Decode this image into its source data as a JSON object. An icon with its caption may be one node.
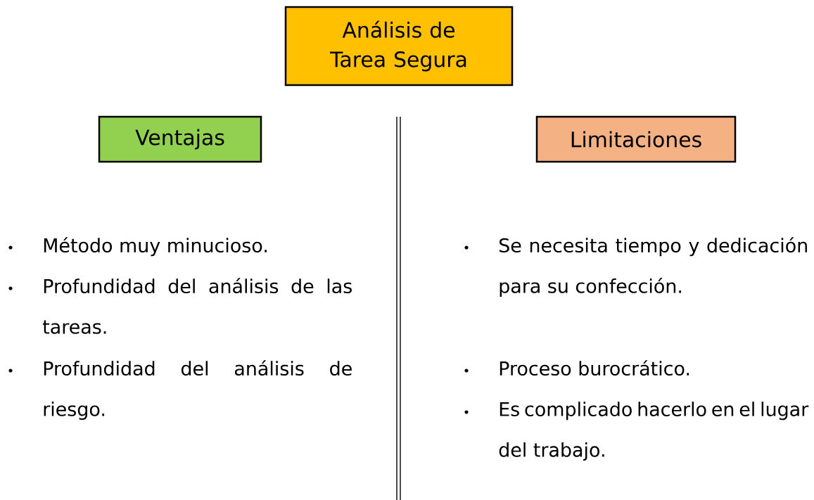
{
  "diagram": {
    "nodes": [
      {
        "text": [
          "Análisis de Tarea Segura"
        ]
      },
      {
        "text": [
          "Ventajas"
        ]
      },
      {
        "text": [
          "Limitaciones"
        ]
      }
    ],
    "labels": [
      "Método muy minucioso.",
      "Profundidad del análisis de las tareas.",
      "Profundidad del análisis de riesgo.",
      "Se necesita tiempo y dedicación para su confección.",
      "Proceso burocrático.",
      "Es complicado hacerlo en el lugar del trabajo."
    ]
  }
}
